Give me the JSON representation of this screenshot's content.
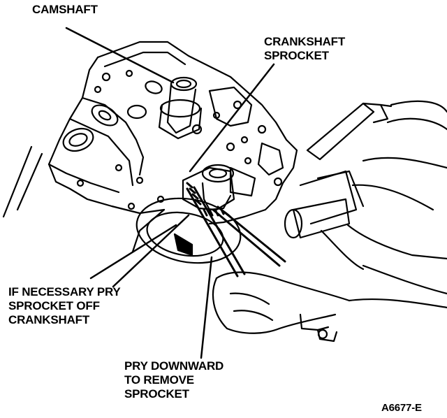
{
  "labels": {
    "camshaft": "CAMSHAFT",
    "crankshaft_sprocket": [
      "CRANKSHAFT",
      "SPROCKET"
    ],
    "pry_off": [
      "IF NECESSARY PRY",
      "SPROCKET OFF",
      "CRANKSHAFT"
    ],
    "pry_down": [
      "PRY DOWNWARD",
      "TO REMOVE",
      "SPROCKET"
    ],
    "figure_id": "A6677-E"
  },
  "colors": {
    "ink": "#000000",
    "paper": "#ffffff"
  }
}
